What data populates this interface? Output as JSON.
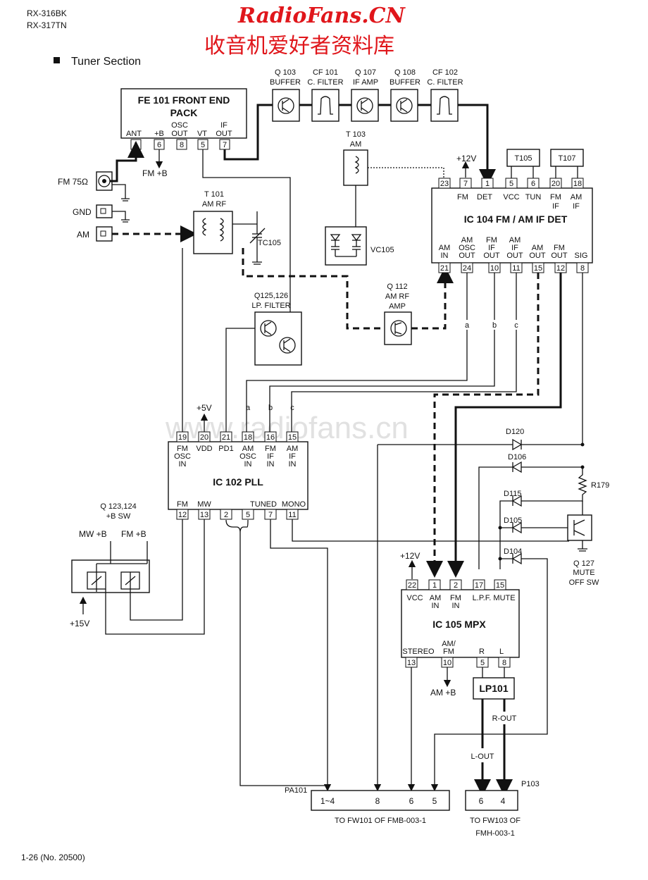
{
  "header": {
    "models": [
      "RX-316BK",
      "RX-317TN"
    ],
    "brand": "RadioFans.CN",
    "brand_cn": "收音机爱好者资料库",
    "section": "Tuner Section",
    "watermark": "www.radiofans.cn",
    "footer": "1-26 (No. 20500)"
  },
  "fe101": {
    "title1": "FE 101  FRONT END",
    "title2": "PACK",
    "pins": [
      {
        "label": "ANT",
        "num": "1"
      },
      {
        "label": "+B",
        "num": "6"
      },
      {
        "label1": "OSC",
        "label": "OUT",
        "num": "8"
      },
      {
        "label": "VT",
        "num": "5"
      },
      {
        "label1": "IF",
        "label": "OUT",
        "num": "7"
      }
    ],
    "fmb_label": "FM +B"
  },
  "inputs": {
    "fm": "FM 75Ω",
    "gnd": "GND",
    "am": "AM"
  },
  "transistors_top": [
    {
      "ref": "Q 103",
      "role": "BUFFER"
    },
    {
      "ref": "CF 101",
      "role": "C. FILTER"
    },
    {
      "ref": "Q 107",
      "role": "IF  AMP"
    },
    {
      "ref": "Q 108",
      "role": "BUFFER"
    },
    {
      "ref": "CF 102",
      "role": "C. FILTER"
    }
  ],
  "t103": {
    "ref": "T 103",
    "role": "AM"
  },
  "t101": {
    "ref": "T 101",
    "role": "AM RF"
  },
  "tc105": "TC105",
  "vc105": "VC105",
  "q112": {
    "ref": "Q 112",
    "role1": "AM RF",
    "role2": "AMP"
  },
  "q125": {
    "ref": "Q125,126",
    "role": "LP. FILTER"
  },
  "ic104": {
    "title": "IC 104  FM / AM  IF DET",
    "supply": "+12V",
    "t105": "T105",
    "t107": "T107",
    "top_pins": [
      {
        "num": "23",
        "l1": "",
        "l2": ""
      },
      {
        "num": "7",
        "l1": "FM",
        "l2": ""
      },
      {
        "num": "1",
        "l1": "DET",
        "l2": ""
      },
      {
        "num": "5",
        "l1": "VCC",
        "l2": ""
      },
      {
        "num": "6",
        "l1": "TUN",
        "l2": ""
      },
      {
        "num": "20",
        "l1": "FM",
        "l2": "IF"
      },
      {
        "num": "18",
        "l1": "AM",
        "l2": "IF"
      }
    ],
    "bottom_pins": [
      {
        "num": "21",
        "l1": "",
        "l2": "AM",
        "l3": "IN"
      },
      {
        "num": "24",
        "l1": "AM",
        "l2": "OSC",
        "l3": "OUT"
      },
      {
        "num": "10",
        "l1": "FM",
        "l2": "IF",
        "l3": "OUT"
      },
      {
        "num": "11",
        "l1": "AM",
        "l2": "IF",
        "l3": "OUT"
      },
      {
        "num": "15",
        "l1": "",
        "l2": "AM",
        "l3": "OUT"
      },
      {
        "num": "12",
        "l1": "",
        "l2": "FM",
        "l3": "OUT"
      },
      {
        "num": "8",
        "l1": "",
        "l2": "",
        "l3": "SIG"
      }
    ],
    "net_labels": [
      "a",
      "b",
      "c"
    ]
  },
  "ic102": {
    "title": "IC 102  PLL",
    "supply": "+5V",
    "top_pins": [
      {
        "num": "19",
        "l1": "FM",
        "l2": "OSC",
        "l3": "IN"
      },
      {
        "num": "20",
        "l1": "VDD",
        "l2": "",
        "l3": ""
      },
      {
        "num": "21",
        "l1": "PD1",
        "l2": "",
        "l3": ""
      },
      {
        "num": "18",
        "l1": "AM",
        "l2": "OSC",
        "l3": "IN"
      },
      {
        "num": "16",
        "l1": "FM",
        "l2": "IF",
        "l3": "IN"
      },
      {
        "num": "15",
        "l1": "AM",
        "l2": "IF",
        "l3": "IN"
      }
    ],
    "bottom_pins": [
      {
        "num": "12",
        "l": "FM"
      },
      {
        "num": "13",
        "l": "MW"
      },
      {
        "num": "2",
        "l": ""
      },
      {
        "num": "5",
        "l": ""
      },
      {
        "num": "7",
        "l": "TUNED"
      },
      {
        "num": "11",
        "l": "MONO"
      }
    ],
    "net_labels": [
      "a",
      "b",
      "c"
    ]
  },
  "q123": {
    "ref": "Q 123,124",
    "role": "+B  SW",
    "mwb": "MW +B",
    "fmb": "FM +B",
    "supply": "+15V"
  },
  "diodes": [
    "D120",
    "D106",
    "D115",
    "D105",
    "D104"
  ],
  "r179": "R179",
  "q127": {
    "ref": "Q 127",
    "role1": "MUTE",
    "role2": "OFF SW"
  },
  "ic105": {
    "title": "IC 105  MPX",
    "supply": "+12V",
    "top_pins": [
      {
        "num": "22",
        "l1": "VCC",
        "l2": ""
      },
      {
        "num": "1",
        "l1": "AM",
        "l2": "IN"
      },
      {
        "num": "2",
        "l1": "FM",
        "l2": "IN"
      },
      {
        "num": "17",
        "l1": "L.P.F.",
        "l2": ""
      },
      {
        "num": "15",
        "l1": "MUTE",
        "l2": ""
      }
    ],
    "bottom_pins": [
      {
        "num": "13",
        "l1": "STEREO",
        "l2": ""
      },
      {
        "num": "10",
        "l1": "AM/",
        "l2": "FM"
      },
      {
        "num": "5",
        "l1": "R",
        "l2": ""
      },
      {
        "num": "8",
        "l1": "L",
        "l2": ""
      }
    ],
    "amb": "AM +B"
  },
  "lp101": {
    "label": "LP101",
    "rout": "R-OUT",
    "lout": "L-OUT"
  },
  "pa101": {
    "ref": "PA101",
    "pins": [
      "1~4",
      "8",
      "6",
      "5"
    ],
    "dest": "TO  FW101  OF  FMB-003-1"
  },
  "p103": {
    "ref": "P103",
    "pins": [
      "6",
      "4"
    ],
    "dest1": "TO  FW103  OF",
    "dest2": "FMH-003-1"
  }
}
